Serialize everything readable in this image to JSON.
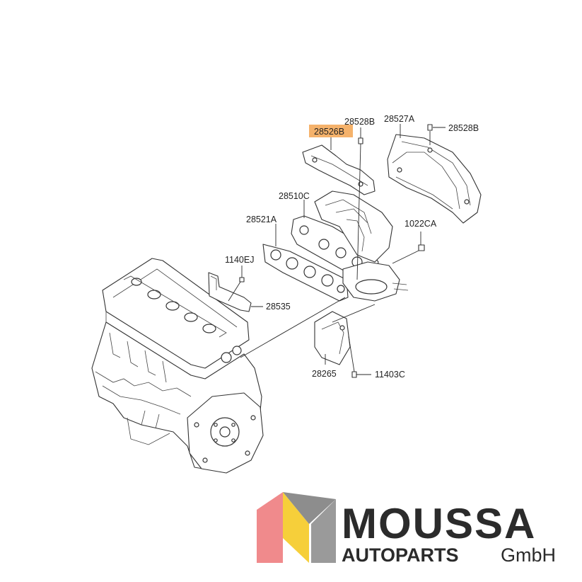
{
  "parts": {
    "p28526B": "28526B",
    "p28528B_top": "28528B",
    "p28527A": "28527A",
    "p28528B_right": "28528B",
    "p28510C": "28510C",
    "p28521A": "28521A",
    "p1022CA": "1022CA",
    "p1140EJ": "1140EJ",
    "p28535": "28535",
    "p28265": "28265",
    "p11403C": "11403C"
  },
  "highlight_color": "#f5b26b",
  "logo": {
    "name": "MOUSSA",
    "sub": "AUTOPARTS",
    "suffix": "GmbH",
    "colors": {
      "pink": "#f08a8c",
      "yellow": "#f6cf3a",
      "gray": "#8d8d8d",
      "text": "#2b2b2b"
    }
  }
}
